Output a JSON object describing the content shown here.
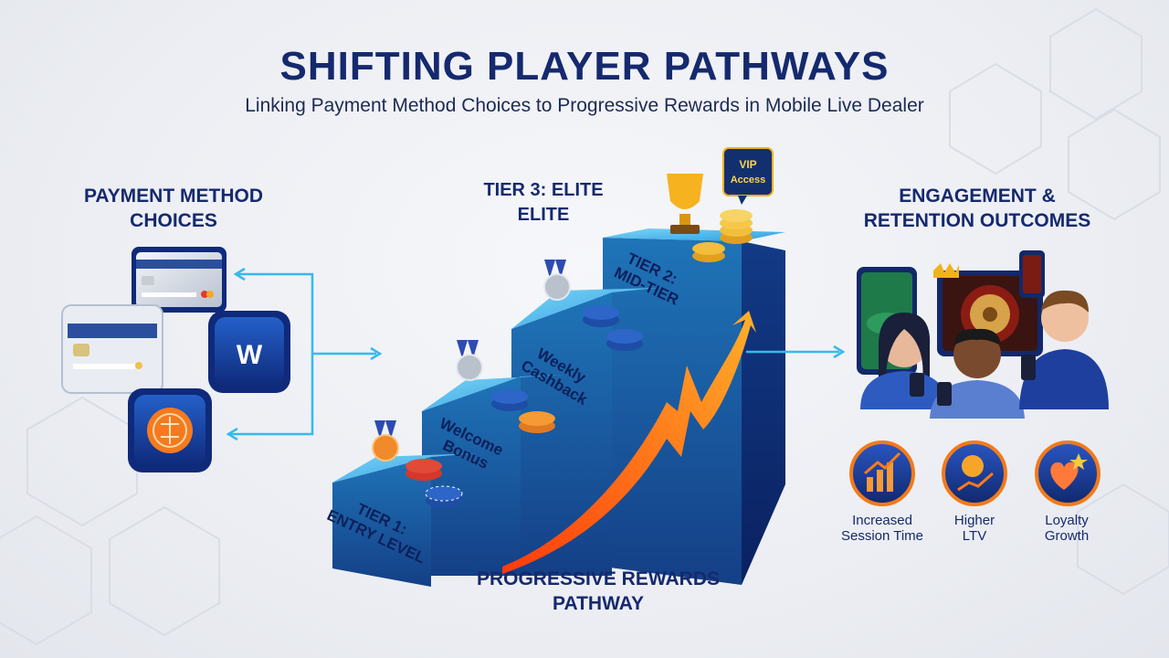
{
  "header": {
    "title": "SHIFTING PLAYER PATHWAYS",
    "subtitle": "Linking Payment Method Choices to Progressive Rewards in Mobile Live Dealer"
  },
  "left": {
    "heading_line1": "PAYMENT METHOD",
    "heading_line2": "CHOICES",
    "wallet_letter": "W"
  },
  "center": {
    "top_label_line1": "TIER 3: ELITE",
    "top_label_line2": "ELITE",
    "steps": [
      {
        "line1": "TIER 1:",
        "line2": "ENTRY LEVEL"
      },
      {
        "line1": "Welcome",
        "line2": "Bonus"
      },
      {
        "line1": "Weekly",
        "line2": "Cashback"
      },
      {
        "line1": "TIER 2:",
        "line2": "MID-TIER"
      }
    ],
    "vip_badge_line1": "VIP",
    "vip_badge_line2": "Access",
    "bottom_label_line1": "PROGRESSIVE REWARDS",
    "bottom_label_line2": "PATHWAY"
  },
  "right": {
    "heading_line1": "ENGAGEMENT &",
    "heading_line2": "RETENTION OUTCOMES",
    "outcomes": [
      {
        "line1": "Increased",
        "line2": "Session Time",
        "icon": "growth-chart-icon"
      },
      {
        "line1": "Higher",
        "line2": "LTV",
        "icon": "dollar-growth-icon"
      },
      {
        "line1": "Loyalty",
        "line2": "Growth",
        "icon": "heart-star-icon"
      }
    ]
  },
  "colors": {
    "navy": "#15296e",
    "step_blue": "#1f74b8",
    "accent_cyan": "#29c3f0",
    "arrow_orange": "#ff6a13"
  }
}
